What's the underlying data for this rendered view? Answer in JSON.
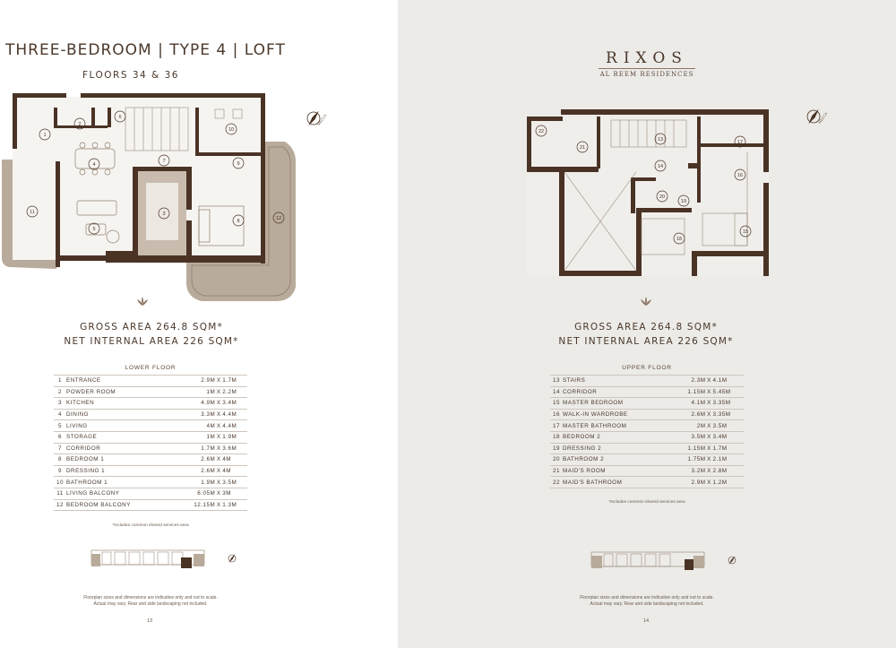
{
  "left": {
    "title": "THREE-BEDROOM | TYPE 4 | LOFT",
    "subtitle": "FLOORS 34 & 36",
    "gross_area": "GROSS AREA 264.8 SQM*",
    "net_area": "NET INTERNAL AREA 226 SQM*",
    "table_title": "LOWER FLOOR",
    "rooms": [
      {
        "num": "1",
        "name": "ENTRANCE",
        "d1": "2.9M",
        "d2": "1.7M"
      },
      {
        "num": "2",
        "name": "POWDER ROOM",
        "d1": "1M",
        "d2": "2.2M"
      },
      {
        "num": "3",
        "name": "KITCHEN",
        "d1": "4.9M",
        "d2": "3.4M"
      },
      {
        "num": "4",
        "name": "DINING",
        "d1": "3.3M",
        "d2": "4.4M"
      },
      {
        "num": "5",
        "name": "LIVING",
        "d1": "4M",
        "d2": "4.4M"
      },
      {
        "num": "6",
        "name": "STORAGE",
        "d1": "1M",
        "d2": "1.9M"
      },
      {
        "num": "7",
        "name": "CORRIDOR",
        "d1": "1.7M",
        "d2": "3.6M"
      },
      {
        "num": "8",
        "name": "BEDROOM 1",
        "d1": "2.6M",
        "d2": "4M"
      },
      {
        "num": "9",
        "name": "DRESSING 1",
        "d1": "2.6M",
        "d2": "4M"
      },
      {
        "num": "10",
        "name": "BATHROOM 1",
        "d1": "1.9M",
        "d2": "3.5M"
      },
      {
        "num": "11",
        "name": "LIVING BALCONY",
        "d1": "6.05M",
        "d2": "3M"
      },
      {
        "num": "12",
        "name": "BEDROOM BALCONY",
        "d1": "12.15M",
        "d2": "1.3M"
      }
    ],
    "note": "*Includes common shared services area",
    "disclaimer_1": "Floorplan sizes and dimensions are indicative only and not to scale.",
    "disclaimer_2": "Actual may vary. Rear and side landscaping not included.",
    "page_number": "13"
  },
  "right": {
    "logo_brand": "RIXOS",
    "logo_sub": "AL REEM RESIDENCES",
    "gross_area": "GROSS AREA 264.8 SQM*",
    "net_area": "NET INTERNAL AREA 226 SQM*",
    "table_title": "UPPER FLOOR",
    "rooms": [
      {
        "num": "13",
        "name": "STAIRS",
        "d1": "2.3M",
        "d2": "4.1M"
      },
      {
        "num": "14",
        "name": "CORRIDOR",
        "d1": "1.15M",
        "d2": "5.45M"
      },
      {
        "num": "15",
        "name": "MASTER BEDROOM",
        "d1": "4.1M",
        "d2": "3.35M"
      },
      {
        "num": "16",
        "name": "WALK-IN WARDROBE",
        "d1": "2.6M",
        "d2": "3.35M"
      },
      {
        "num": "17",
        "name": "MASTER BATHROOM",
        "d1": "2M",
        "d2": "3.5M"
      },
      {
        "num": "18",
        "name": "BEDROOM 2",
        "d1": "3.5M",
        "d2": "3.4M"
      },
      {
        "num": "19",
        "name": "DRESSING 2",
        "d1": "1.15M",
        "d2": "1.7M"
      },
      {
        "num": "20",
        "name": "BATHROOM 2",
        "d1": "1.75M",
        "d2": "2.1M"
      },
      {
        "num": "21",
        "name": "MAID'S ROOM",
        "d1": "3.2M",
        "d2": "2.8M"
      },
      {
        "num": "22",
        "name": "MAID'S BATHROOM",
        "d1": "2.9M",
        "d2": "1.2M"
      }
    ],
    "note": "*Includes common shared services area",
    "disclaimer_1": "Floorplan sizes and dimensions are indicative only and not to scale.",
    "disclaimer_2": "Actual may vary. Rear and side landscaping not included.",
    "page_number": "14"
  },
  "dimension_separator": "X",
  "compass_label": "MECCA",
  "colors": {
    "wall": "#4a3325",
    "balcony": "#b9ab9b",
    "text": "#4b382b",
    "right_bg": "#ecebe8"
  }
}
